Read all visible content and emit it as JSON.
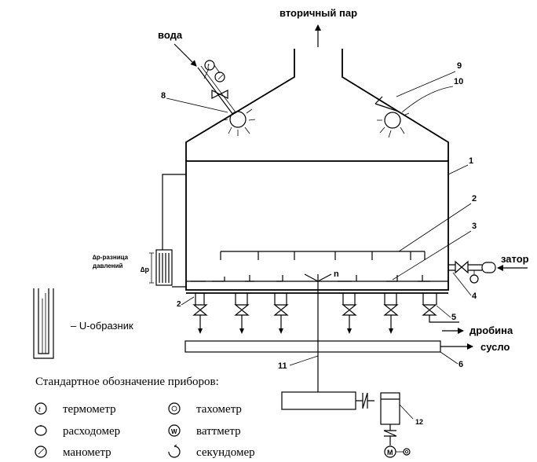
{
  "labels": {
    "vapor": "вторичный пар",
    "water": "вода",
    "zator": "затор",
    "drobina": "дробина",
    "suslo": "сусло",
    "n": "n",
    "dp": "∆p",
    "dp_desc_1": "∆p-разница",
    "dp_desc_2": "давлений",
    "u_tube": "– U-образник"
  },
  "numbers": [
    "1",
    "2",
    "3",
    "4",
    "5",
    "6",
    "8",
    "9",
    "10",
    "11",
    "12"
  ],
  "number_2_small": "2",
  "legend": {
    "title": "Стандартное обозначение приборов:",
    "items": [
      {
        "symbol": "thermometer",
        "label": "термометр"
      },
      {
        "symbol": "tachometer",
        "label": "тахометр"
      },
      {
        "symbol": "flowmeter",
        "label": "расходомер"
      },
      {
        "symbol": "wattmeter",
        "label": "ваттметр"
      },
      {
        "symbol": "manometer",
        "label": "манометр"
      },
      {
        "symbol": "stopwatch",
        "label": "секундомер"
      }
    ]
  },
  "symbol_letters": {
    "thermometer": "t",
    "wattmeter": "W",
    "motor": "M"
  }
}
